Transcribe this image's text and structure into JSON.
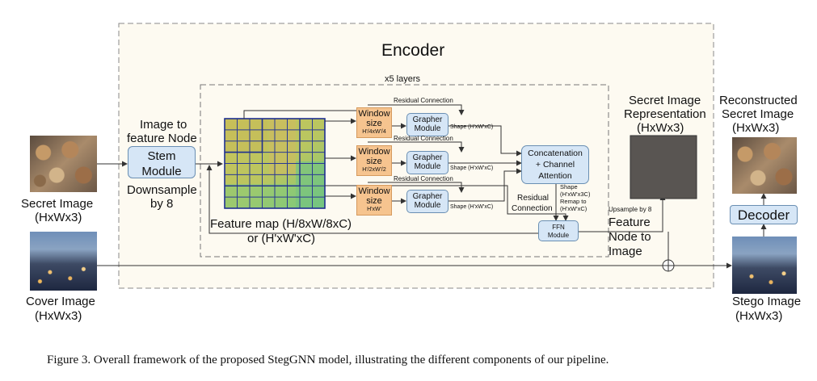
{
  "encoder": {
    "title": "Encoder",
    "layers": "x5 layers"
  },
  "left": {
    "image_to_feature": [
      "Image to",
      "feature Node"
    ],
    "stem": [
      "Stem",
      "Module"
    ],
    "downsample": [
      "Downsample",
      "by 8"
    ],
    "secret_label": [
      "Secret Image",
      "(HxWx3)"
    ],
    "cover_label": [
      "Cover Image",
      "(HxWx3)"
    ]
  },
  "feature_map": [
    "Feature map (H/8xW/8xC)",
    "or (H'xW'xC)"
  ],
  "windows": [
    {
      "title": [
        "Window",
        "size"
      ],
      "dims": "H'/4xW'/4"
    },
    {
      "title": [
        "Window",
        "size"
      ],
      "dims": "H'/2xW'/2"
    },
    {
      "title": [
        "Window",
        "size"
      ],
      "dims": "H'xW'"
    }
  ],
  "grapher": [
    "Grapher",
    "Module"
  ],
  "residual_connection": "Residual Connection",
  "shape_text": "Shape (H'xW'xC)",
  "concat": [
    "Concatenation",
    "+ Channel",
    "Attention"
  ],
  "remap": [
    "Shape",
    "(H'xW'x3C)",
    "Remap to",
    "(H'xW'xC)"
  ],
  "residual_conn2": [
    "Residual",
    "Connection"
  ],
  "ffn": [
    "FFN",
    "Module"
  ],
  "upsample": "Upsample by 8",
  "feature_node_to_image": [
    "Feature",
    "Node to",
    "Image"
  ],
  "secret_repr": [
    "Secret Image",
    "Representation",
    "(HxWx3)"
  ],
  "reconstructed": [
    "Reconstructed",
    "Secret Image",
    "(HxWx3)"
  ],
  "decoder": "Decoder",
  "stego_label": [
    "Stego Image",
    "(HxWx3)"
  ],
  "caption": "Figure 3. Overall framework of the proposed StegGNN model, illustrating the different components of our pipeline.",
  "colors": {
    "encoder_bg": "#fdfaf1",
    "stem_blue": "#d6e6f6",
    "window_orange": "#f6c48f",
    "grid_blue": "#1f2f8f",
    "repr_gray": "#595552"
  },
  "icons": [
    "xor-plus-icon"
  ]
}
